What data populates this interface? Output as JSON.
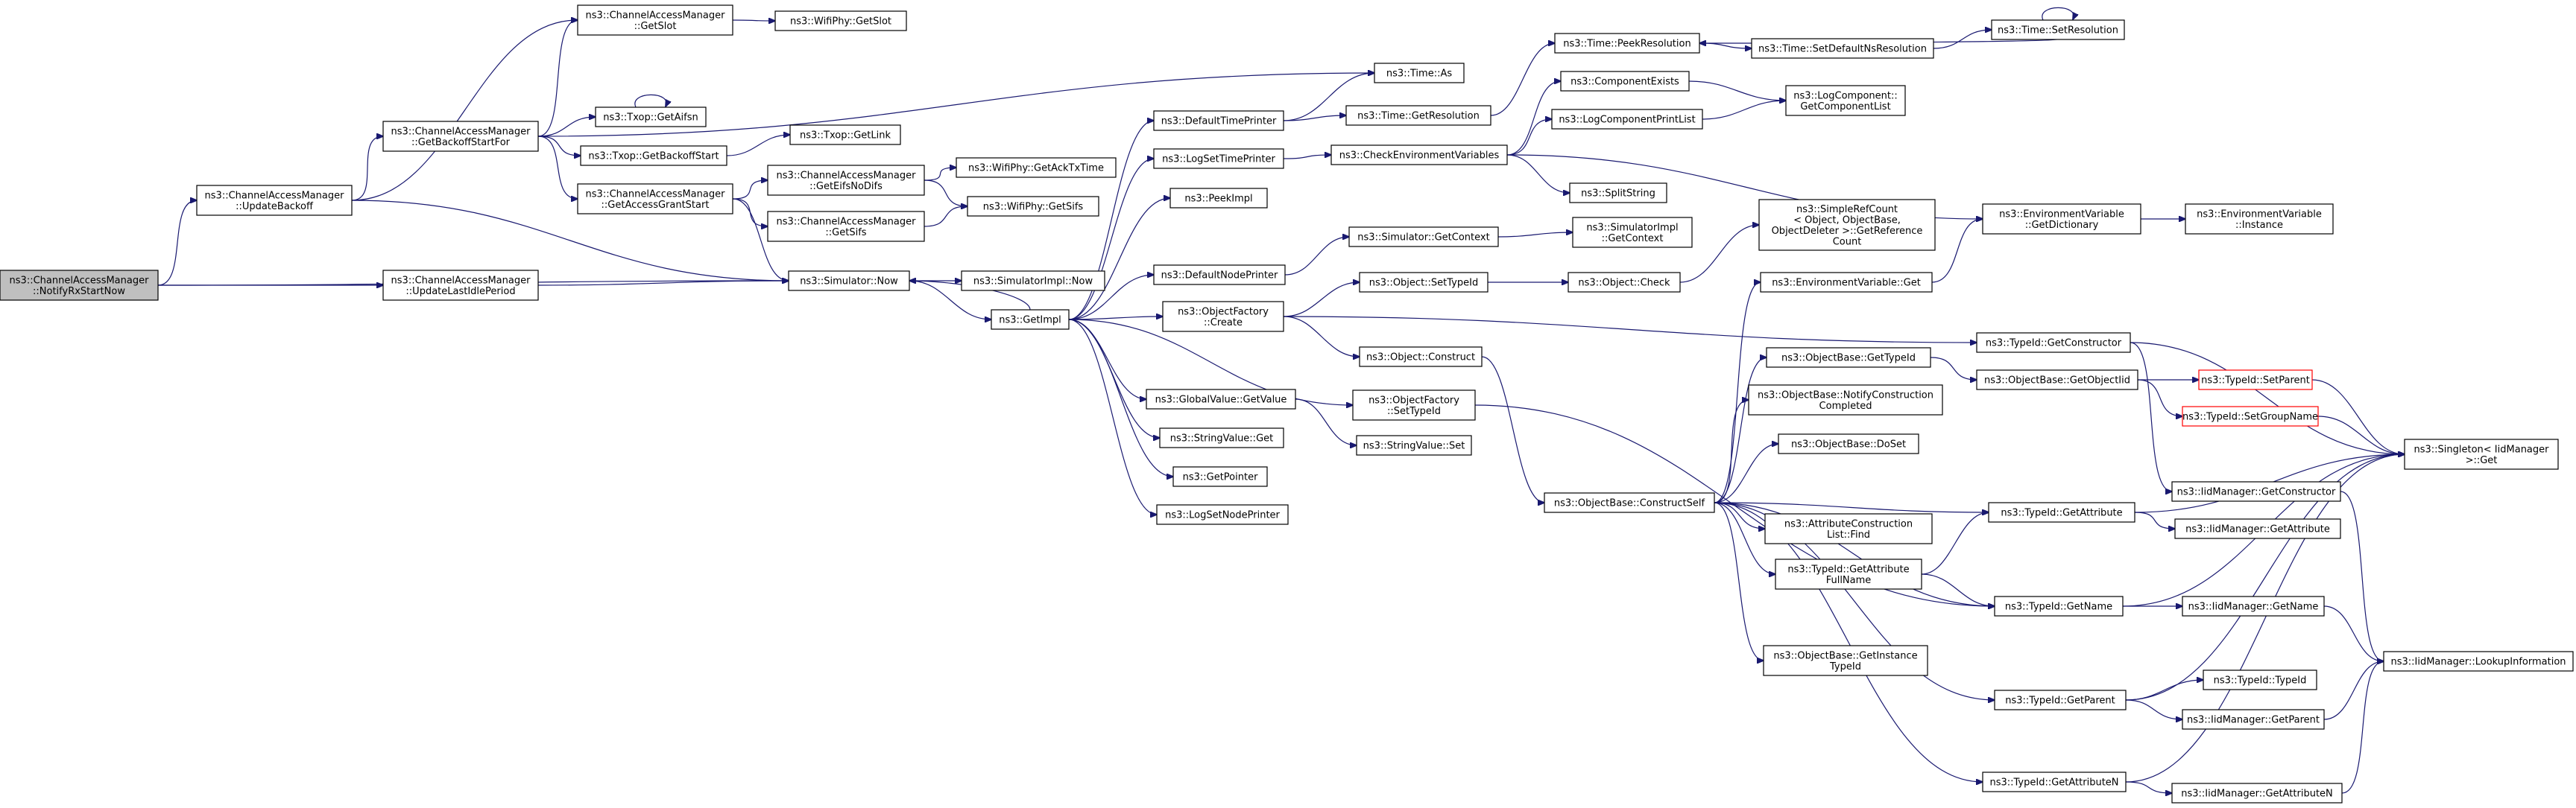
{
  "colors": {
    "edge": "#191970",
    "root_fill": "#bfbfbf",
    "red_border": "#ff0000",
    "node_border": "#000000"
  },
  "nodes": {
    "root": [
      "ns3::ChannelAccessManager",
      "::NotifyRxStartNow"
    ],
    "updateBackoff": [
      "ns3::ChannelAccessManager",
      "::UpdateBackoff"
    ],
    "updateLastIdle": [
      "ns3::ChannelAccessManager",
      "::UpdateLastIdlePeriod"
    ],
    "getSlot": [
      "ns3::ChannelAccessManager",
      "::GetSlot"
    ],
    "getBackoffStartFor": [
      "ns3::ChannelAccessManager",
      "::GetBackoffStartFor"
    ],
    "getAccessGrantStart": [
      "ns3::ChannelAccessManager",
      "::GetAccessGrantStart"
    ],
    "wifiGetSlot": [
      "ns3::WifiPhy::GetSlot"
    ],
    "txopGetAifsn": [
      "ns3::Txop::GetAifsn"
    ],
    "txopGetLink": [
      "ns3::Txop::GetLink"
    ],
    "txopGetBackoffStart": [
      "ns3::Txop::GetBackoffStart"
    ],
    "getEifsNoDifs": [
      "ns3::ChannelAccessManager",
      "::GetEifsNoDifs"
    ],
    "camGetSifs": [
      "ns3::ChannelAccessManager",
      "::GetSifs"
    ],
    "wifiGetAckTxTime": [
      "ns3::WifiPhy::GetAckTxTime"
    ],
    "wifiGetSifs": [
      "ns3::WifiPhy::GetSifs"
    ],
    "simulatorNow": [
      "ns3::Simulator::Now"
    ],
    "simImplNow": [
      "ns3::SimulatorImpl::Now"
    ],
    "getImpl": [
      "ns3::GetImpl"
    ],
    "timeAs": [
      "ns3::Time::As"
    ],
    "defaultTimePrinter": [
      "ns3::DefaultTimePrinter"
    ],
    "timeGetResolution": [
      "ns3::Time::GetResolution"
    ],
    "logSetTimePrinter": [
      "ns3::LogSetTimePrinter"
    ],
    "peekImpl": [
      "ns3::PeekImpl"
    ],
    "defaultNodePrinter": [
      "ns3::DefaultNodePrinter"
    ],
    "objFactoryCreate": [
      "ns3::ObjectFactory",
      "::Create"
    ],
    "globalValueGetValue": [
      "ns3::GlobalValue::GetValue"
    ],
    "stringValueGet": [
      "ns3::StringValue::Get"
    ],
    "getPointer": [
      "ns3::GetPointer"
    ],
    "logSetNodePrinter": [
      "ns3::LogSetNodePrinter"
    ],
    "checkEnvVars": [
      "ns3::CheckEnvironmentVariables"
    ],
    "timePeekResolution": [
      "ns3::Time::PeekResolution"
    ],
    "timeSetDefaultNsRes": [
      "ns3::Time::SetDefaultNsResolution"
    ],
    "timeSetResolution": [
      "ns3::Time::SetResolution"
    ],
    "componentExists": [
      "ns3::ComponentExists"
    ],
    "logComponentPrintList": [
      "ns3::LogComponentPrintList"
    ],
    "logComponentGetList": [
      "ns3::LogComponent::",
      "GetComponentList"
    ],
    "splitString": [
      "ns3::SplitString"
    ],
    "simGetContext": [
      "ns3::Simulator::GetContext"
    ],
    "simImplGetContext": [
      "ns3::SimulatorImpl",
      "::GetContext"
    ],
    "simpleRefCount": [
      "ns3::SimpleRefCount",
      "< Object, ObjectBase,",
      "ObjectDeleter >::GetReference",
      "Count"
    ],
    "envVarGetDictionary": [
      "ns3::EnvironmentVariable",
      "::GetDictionary"
    ],
    "envVarInstance": [
      "ns3::EnvironmentVariable",
      "::Instance"
    ],
    "objectSetTypeId": [
      "ns3::Object::SetTypeId"
    ],
    "objectCheck": [
      "ns3::Object::Check"
    ],
    "envVarGet": [
      "ns3::EnvironmentVariable::Get"
    ],
    "objectConstruct": [
      "ns3::Object::Construct"
    ],
    "objFactorySetTypeId": [
      "ns3::ObjectFactory",
      "::SetTypeId"
    ],
    "stringValueSet": [
      "ns3::StringValue::Set"
    ],
    "typeIdGetConstructor": [
      "ns3::TypeId::GetConstructor"
    ],
    "objBaseGetTypeId": [
      "ns3::ObjectBase::GetTypeId"
    ],
    "objBaseGetObjectTid": [
      "ns3::ObjectBase::GetObjectIid"
    ],
    "typeIdSetParent": [
      "ns3::TypeId::SetParent"
    ],
    "typeIdSetGroupName": [
      "ns3::TypeId::SetGroupName"
    ],
    "objBaseNotifyConstruction": [
      "ns3::ObjectBase::NotifyConstruction",
      "Completed"
    ],
    "objBaseDoSet": [
      "ns3::ObjectBase::DoSet"
    ],
    "objBaseConstructSelf": [
      "ns3::ObjectBase::ConstructSelf"
    ],
    "singletonGet": [
      "ns3::Singleton< IidManager",
      ">::Get"
    ],
    "iidGetConstructor": [
      "ns3::IidManager::GetConstructor"
    ],
    "attrConstructionListFind": [
      "ns3::AttributeConstruction",
      "List::Find"
    ],
    "typeIdGetAttribute": [
      "ns3::TypeId::GetAttribute"
    ],
    "iidGetAttribute": [
      "ns3::IidManager::GetAttribute"
    ],
    "typeIdGetAttrFullName": [
      "ns3::TypeId::GetAttribute",
      "FullName"
    ],
    "typeIdGetName": [
      "ns3::TypeId::GetName"
    ],
    "iidGetName": [
      "ns3::IidManager::GetName"
    ],
    "objBaseGetInstanceTypeId": [
      "ns3::ObjectBase::GetInstance",
      "TypeId"
    ],
    "iidLookupInformation": [
      "ns3::IidManager::LookupInformation"
    ],
    "typeIdTypeId": [
      "ns3::TypeId::TypeId"
    ],
    "typeIdGetParent": [
      "ns3::TypeId::GetParent"
    ],
    "iidGetParent": [
      "ns3::IidManager::GetParent"
    ],
    "typeIdGetAttributeN": [
      "ns3::TypeId::GetAttributeN"
    ],
    "iidGetAttributeN": [
      "ns3::IidManager::GetAttributeN"
    ]
  }
}
